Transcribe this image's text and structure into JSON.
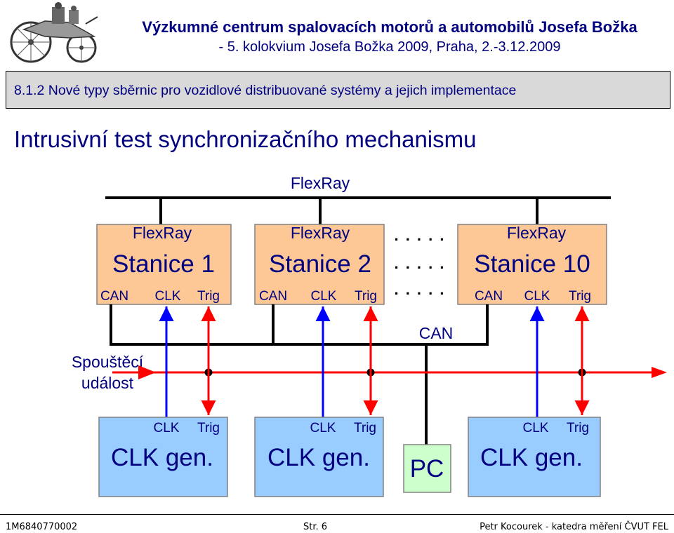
{
  "header": {
    "title": "Výzkumné centrum spalovacích motorů a automobilů Josefa Božka",
    "subtitle": "- 5. kolokvium Josefa Božka 2009, Praha, 2.-3.12.2009"
  },
  "section": "8.1.2 Nové typy sběrnic pro vozidlové distribuované systémy a jejich implementace",
  "title": "Intrusivní test synchronizačního mechanismu",
  "diagram": {
    "bus_label": "FlexRay",
    "stations": [
      {
        "top": "FlexRay",
        "name": "Stanice 1",
        "can": "CAN",
        "clk": "CLK",
        "trig": "Trig"
      },
      {
        "top": "FlexRay",
        "name": "Stanice 2",
        "can": "CAN",
        "clk": "CLK",
        "trig": "Trig"
      },
      {
        "top": "FlexRay",
        "name": "Stanice 10",
        "can": "CAN",
        "clk": "CLK",
        "trig": "Trig"
      }
    ],
    "ellipsis": ". . . . .",
    "can_bus_label": "CAN",
    "trigger_label_1": "Spouštěcí",
    "trigger_label_2": "událost",
    "clk_gens": [
      {
        "clk": "CLK",
        "trig": "Trig",
        "name": "CLK gen."
      },
      {
        "clk": "CLK",
        "trig": "Trig",
        "name": "CLK gen."
      },
      {
        "clk": "CLK",
        "trig": "Trig",
        "name": "CLK gen."
      }
    ],
    "pc_label": "PC",
    "colors": {
      "station_fill": "#fdc896",
      "clkgen_fill": "#99ccff",
      "pc_fill": "#ccffcc",
      "clk_line": "#0000ff",
      "trig_line": "#ff0000"
    }
  },
  "footer": {
    "left": "1M6840770002",
    "center": "Str. 6",
    "right": "Petr Kocourek - katedra měření ČVUT FEL"
  }
}
